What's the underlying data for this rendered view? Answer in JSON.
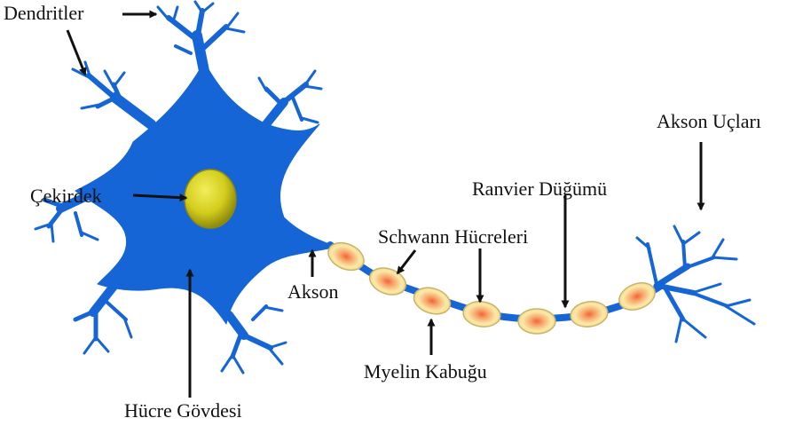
{
  "diagram": {
    "labels": {
      "dendrites": "Dendritler",
      "nucleus": "Çekirdek",
      "axon": "Akson",
      "cell_body": "Hücre Gövdesi",
      "schwann_cells": "Schwann Hücreleri",
      "myelin_sheath": "Myelin Kabuğu",
      "node_of_ranvier": "Ranvier Düğümü",
      "axon_terminals": "Akson Uçları"
    },
    "colors": {
      "neuron": "#1565d6",
      "nucleus": "#c8c41a",
      "schwann_cell": "#f8e3a0",
      "schwann_core": "#f26a2a",
      "arrow": "#111111"
    }
  }
}
